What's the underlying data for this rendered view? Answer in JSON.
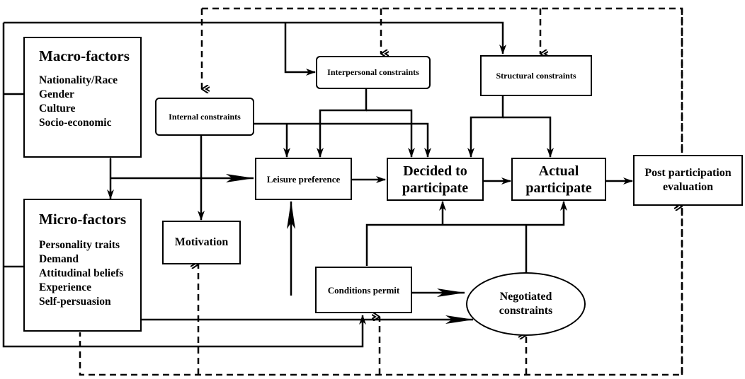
{
  "nodes": {
    "macro": {
      "title": "Macro-factors",
      "items": [
        "Nationality/Race",
        "Gender",
        "Culture",
        "Socio-economic"
      ]
    },
    "micro": {
      "title": "Micro-factors",
      "items": [
        "Personality traits",
        "Demand",
        "Attitudinal beliefs",
        "Experience",
        "Self-persuasion"
      ]
    },
    "internal_constraints": "Internal constraints",
    "interpersonal_constraints": "Interpersonal constraints",
    "structural_constraints": "Structural constraints",
    "leisure_preference": "Leisure preference",
    "decided_line1": "Decided to",
    "decided_line2": "participate",
    "actual_line1": "Actual",
    "actual_line2": "participate",
    "post_line1": "Post participation",
    "post_line2": "evaluation",
    "motivation": "Motivation",
    "conditions_permit": "Conditions permit",
    "negotiated_line1": "Negotiated",
    "negotiated_line2": "constraints"
  },
  "colors": {
    "line": "#000000",
    "background": "#ffffff"
  }
}
